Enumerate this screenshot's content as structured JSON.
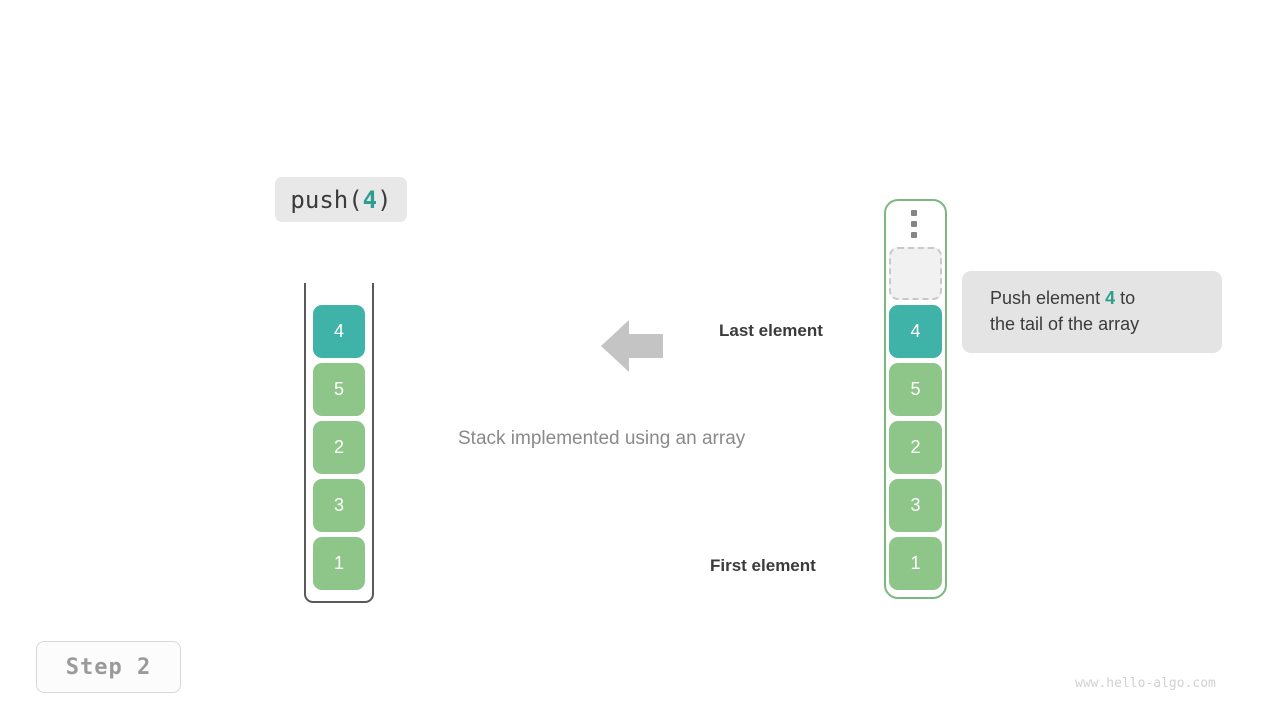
{
  "operation": {
    "prefix": "push(",
    "arg": "4",
    "suffix": ")"
  },
  "stack": {
    "caption": "Stack implemented using an array",
    "cells": [
      {
        "value": "4",
        "color": "teal"
      },
      {
        "value": "5",
        "color": "green"
      },
      {
        "value": "2",
        "color": "green"
      },
      {
        "value": "3",
        "color": "green"
      },
      {
        "value": "1",
        "color": "green"
      }
    ]
  },
  "array": {
    "ellipsis_icon": "vertical-ellipsis-icon",
    "empty_slot_label": "",
    "cells": [
      {
        "value": "4",
        "color": "teal"
      },
      {
        "value": "5",
        "color": "green"
      },
      {
        "value": "2",
        "color": "green"
      },
      {
        "value": "3",
        "color": "green"
      },
      {
        "value": "1",
        "color": "green"
      }
    ]
  },
  "labels": {
    "last_element": "Last element",
    "first_element": "First element",
    "arrow_icon": "arrow-left-icon"
  },
  "tooltip": {
    "line1_prefix": "Push element ",
    "arg": "4",
    "line1_suffix": " to",
    "line2": "the tail of the array"
  },
  "step": {
    "label": "Step  2"
  },
  "watermark": {
    "text": "www.hello-algo.com"
  },
  "colors": {
    "teal": "#3fb3a7",
    "green": "#8ec68a",
    "accent_text": "#2f9e8f",
    "array_border": "#7cb87e",
    "stack_border": "#59595c",
    "arrow": "#c4c4c4",
    "chip_bg": "#e8e8e8",
    "tooltip_bg": "#e4e4e4"
  }
}
